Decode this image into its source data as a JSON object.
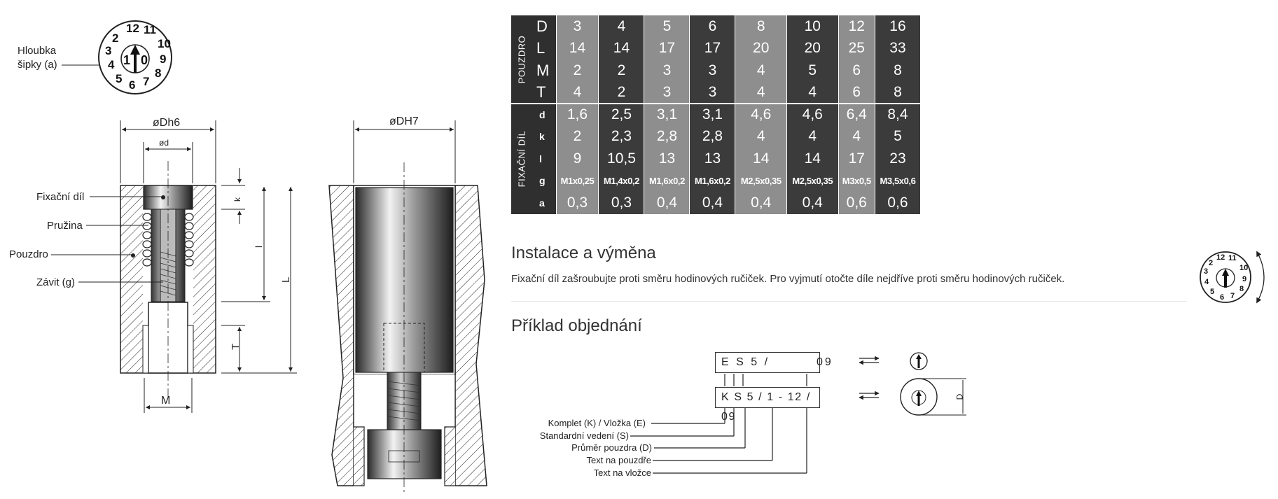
{
  "labels": {
    "depth": [
      "Hloubka",
      "šipky (a)"
    ],
    "fix_part": "Fixační díl",
    "spring": "Pružina",
    "housing": "Pouzdro",
    "thread": "Závit (g)",
    "dim_Dh6": "øDh6",
    "dim_d": "ød",
    "dim_DH7": "øDH7",
    "dim_k": "k",
    "dim_l": "l",
    "dim_L": "L",
    "dim_T": "T",
    "dim_M": "M",
    "dial_left": "1",
    "dial_center": "0"
  },
  "table": {
    "group_housing": "POUZDRO",
    "group_fix": "FIXAČNÍ DÍL",
    "rows": [
      {
        "label": "D",
        "values": [
          "3",
          "4",
          "5",
          "6",
          "8",
          "10",
          "12",
          "16"
        ]
      },
      {
        "label": "L",
        "values": [
          "14",
          "14",
          "17",
          "17",
          "20",
          "20",
          "25",
          "33"
        ]
      },
      {
        "label": "M",
        "values": [
          "2",
          "2",
          "3",
          "3",
          "4",
          "5",
          "6",
          "8"
        ]
      },
      {
        "label": "T",
        "values": [
          "4",
          "2",
          "3",
          "3",
          "4",
          "4",
          "6",
          "8"
        ]
      },
      {
        "label": "d",
        "values": [
          "1,6",
          "2,5",
          "3,1",
          "3,1",
          "4,6",
          "4,6",
          "6,4",
          "8,4"
        ]
      },
      {
        "label": "k",
        "values": [
          "2",
          "2,3",
          "2,8",
          "2,8",
          "4",
          "4",
          "4",
          "5"
        ]
      },
      {
        "label": "l",
        "values": [
          "9",
          "10,5",
          "13",
          "13",
          "14",
          "14",
          "17",
          "23"
        ]
      },
      {
        "label": "g",
        "values": [
          "M1x0,25",
          "M1,4x0,2",
          "M1,6x0,2",
          "M1,6x0,2",
          "M2,5x0,35",
          "M2,5x0,35",
          "M3x0,5",
          "M3,5x0,6"
        ]
      },
      {
        "label": "a",
        "values": [
          "0,3",
          "0,3",
          "0,4",
          "0,4",
          "0,4",
          "0,4",
          "0,6",
          "0,6"
        ]
      }
    ]
  },
  "install": {
    "title": "Instalace a výměna",
    "text": "Fixační díl zašroubujte proti směru hodinových ručiček. Pro vyjmutí otočte díle nejdříve proti směru hodinových ručiček."
  },
  "order": {
    "title": "Příklad objednání",
    "code_insert": "E S 5 /         09",
    "code_complete": "K S 5 / 1 - 12 / 09",
    "dim_D": "D",
    "legend": [
      "Komplet (K) / Vložka (E)",
      "Standardní vedení (S)",
      "Průměr pouzdra (D)",
      "Text na pouzdře",
      "Text na vložce"
    ]
  },
  "colors": {
    "table_light": "#8e8e8e",
    "table_dark": "#3b3b3b",
    "table_header": "#2f2f2f"
  }
}
